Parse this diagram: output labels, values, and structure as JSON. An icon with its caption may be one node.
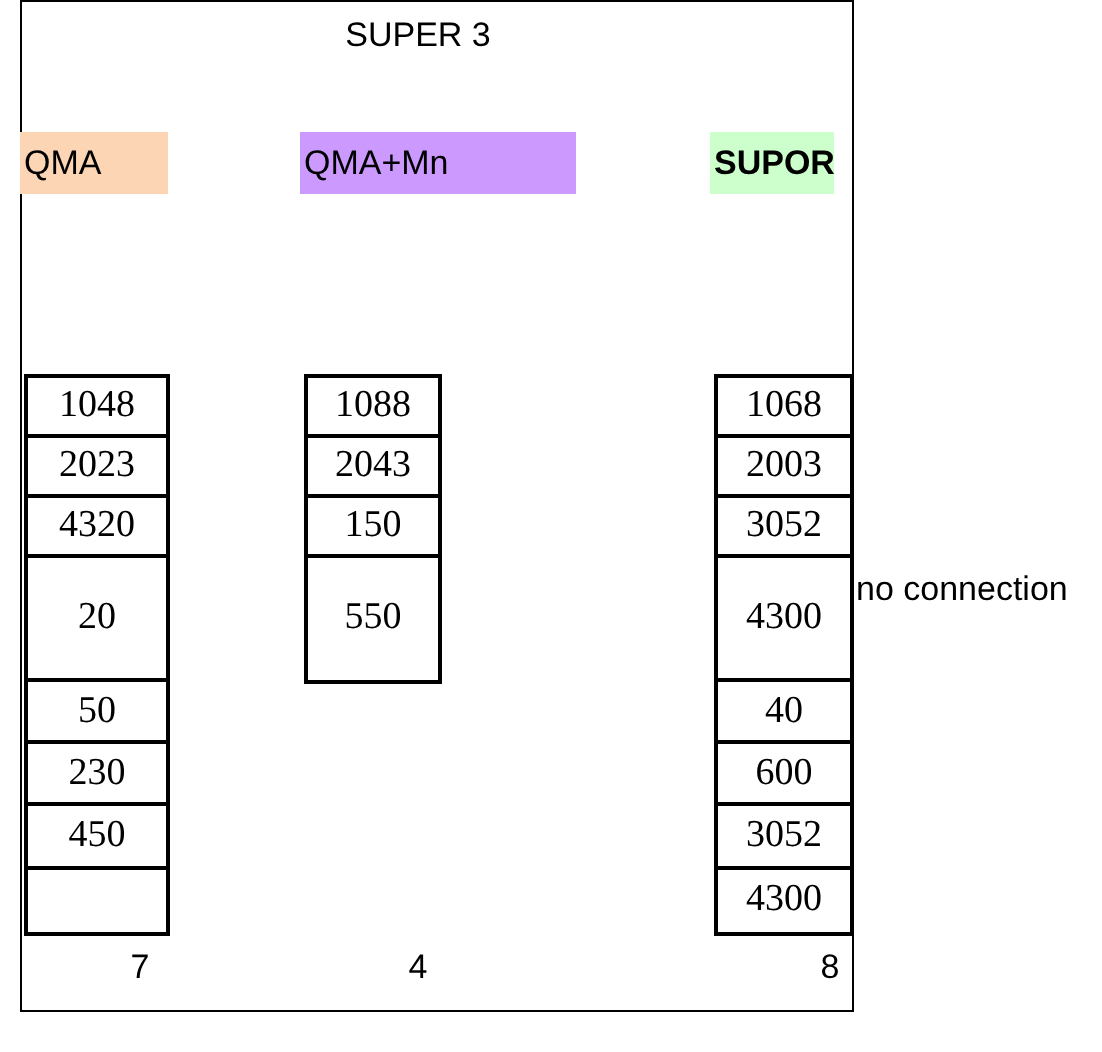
{
  "diagram": {
    "title": "SUPER 3",
    "labels": [
      "QMA",
      "QMA+Mn",
      "SUPOR",
      "1048",
      "1088",
      "1068",
      "2023",
      "2043",
      "2003",
      "4320",
      "150",
      "3052",
      "20",
      "550",
      "4300",
      "no connection",
      "50",
      "40",
      "230",
      "600",
      "450",
      "3052",
      "4300",
      "7",
      "4",
      "8"
    ]
  }
}
